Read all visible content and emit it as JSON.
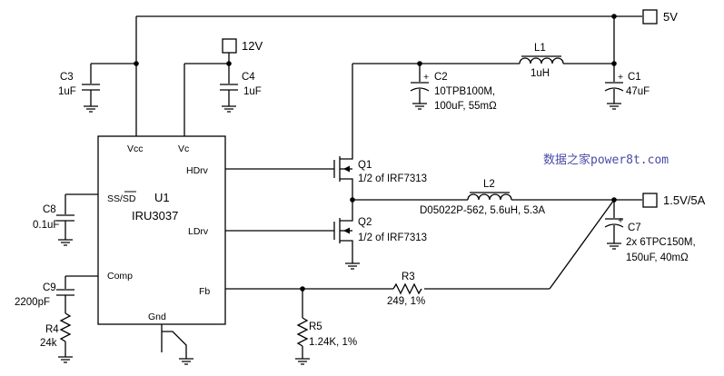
{
  "ports": {
    "v5": "5V",
    "v12": "12V",
    "vout": "1.5V/5A"
  },
  "ic": {
    "ref": "U1",
    "part": "IRU3037",
    "pins": {
      "vcc": "Vcc",
      "vc": "Vc",
      "hdrv": "HDrv",
      "ss": "SS/SD",
      "ldrv": "LDrv",
      "comp": "Comp",
      "fb": "Fb",
      "gnd": "Gnd"
    }
  },
  "components": {
    "c3": {
      "ref": "C3",
      "value": "1uF"
    },
    "c4": {
      "ref": "C4",
      "value": "1uF"
    },
    "c2": {
      "ref": "C2",
      "value": "10TPB100M,",
      "value2": "100uF, 55mΩ"
    },
    "l1": {
      "ref": "L1",
      "value": "1uH"
    },
    "c1": {
      "ref": "C1",
      "value": "47uF"
    },
    "q1": {
      "ref": "Q1",
      "value": "1/2 of IRF7313"
    },
    "q2": {
      "ref": "Q2",
      "value": "1/2 of IRF7313"
    },
    "l2": {
      "ref": "L2",
      "value": "D05022P-562, 5.6uH, 5.3A"
    },
    "c7": {
      "ref": "C7",
      "value": "2x 6TPC150M,",
      "value2": "150uF, 40mΩ"
    },
    "c8": {
      "ref": "C8",
      "value": "0.1uF"
    },
    "c9": {
      "ref": "C9",
      "value": "2200pF"
    },
    "r4": {
      "ref": "R4",
      "value": "24k"
    },
    "r3": {
      "ref": "R3",
      "value": "249, 1%"
    },
    "r5": {
      "ref": "R5",
      "value": "1.24K, 1%"
    }
  },
  "watermark": "数据之家power8t.com"
}
